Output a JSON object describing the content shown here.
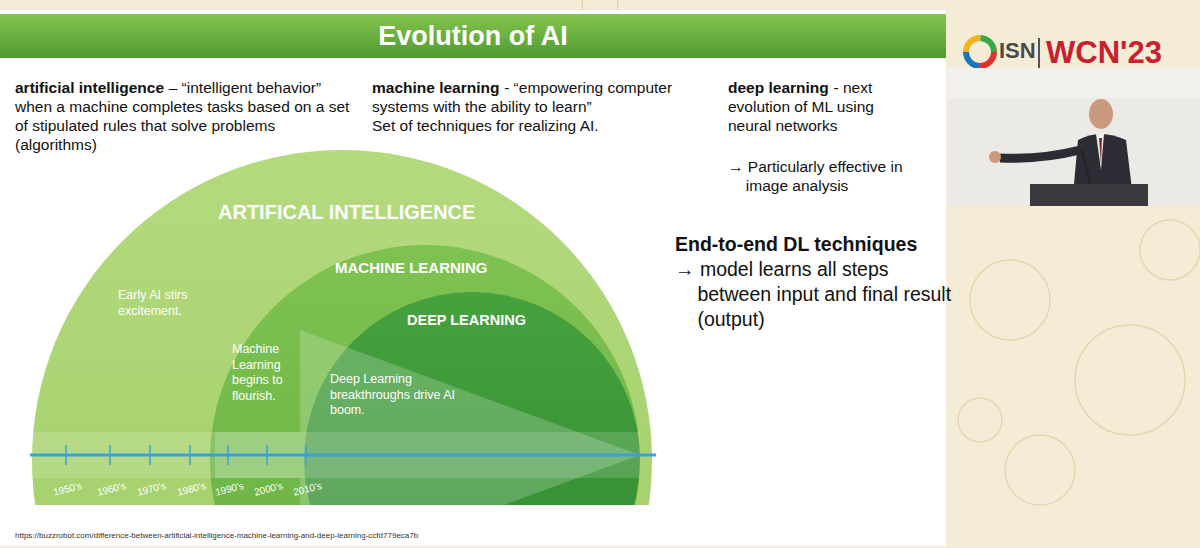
{
  "diagram": {
    "title": "Evolution of AI",
    "nodes": [
      {
        "text": [
          "ARTIFICAL INTELLIGENCE",
          "Early AI stirs excitement."
        ]
      },
      {
        "text": [
          "MACHINE LEARNING",
          "Machine Learning begins to flourish."
        ],
        "in": 0
      },
      {
        "text": [
          "DEEP LEARNING",
          "Deep Learning breakthroughs drive AI boom."
        ],
        "in": 1
      }
    ],
    "labels": [
      "artificial intelligence",
      "– “intelligent behavior” when a machine completes tasks based on a set of stipulated rules that solve problems (algorithms)",
      "machine learning",
      "- “empowering computer systems with the ability to learn”",
      "Set of techniques for realizing AI.",
      "deep learning",
      "- next evolution of ML using neural networks",
      "→ Particularly effective in image analysis",
      "End-to-end DL techniques",
      "→ model learns all steps between input and final result (output)",
      "1950's",
      "1960's",
      "1970's",
      "1980's",
      "1990's",
      "2000's",
      "2010's",
      "https://buzzrobot.com/difference-between-artificial-intelligence-machine-learning-and-deep-learning-ccfd779eca7b",
      "ISN",
      "WCN'23"
    ]
  }
}
